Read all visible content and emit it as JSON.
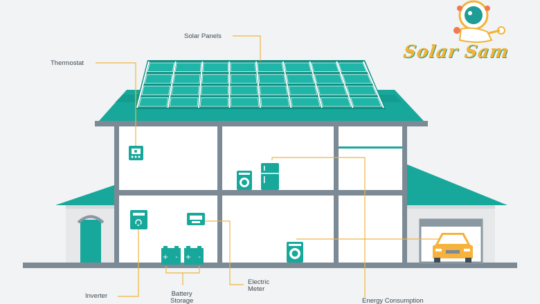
{
  "brand": {
    "name": "Solar Sam"
  },
  "labels": {
    "solar_panels": "Solar Panels",
    "thermostat": "Thermostat",
    "inverter": "Inverter",
    "battery_line1": "Battery",
    "battery_line2": "Storage",
    "meter_line1": "Electric",
    "meter_line2": "Meter",
    "energy_consumption": "Energy Consumption"
  },
  "battery": {
    "terminal_plus": "+",
    "terminal_minus": "-"
  },
  "colors": {
    "teal": "#17a89b",
    "dark_teal": "#0f8c80",
    "gray_frame": "#7b8a95",
    "callout_line": "#f0b542",
    "car_yellow": "#f5b23d",
    "background": "#f2f3f4"
  }
}
